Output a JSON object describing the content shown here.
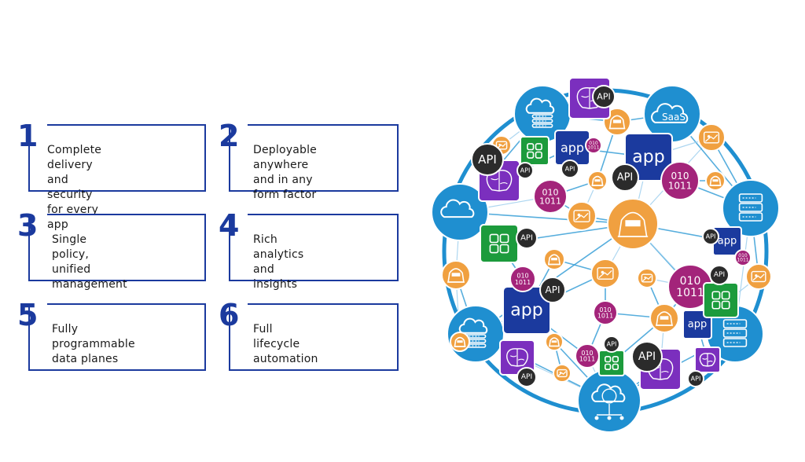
{
  "features": [
    {
      "number": "1",
      "line1": "Complete delivery and",
      "line2": "security for every app"
    },
    {
      "number": "2",
      "line1": "Deployable anywhere",
      "line2": "and in any form factor"
    },
    {
      "number": "3",
      "line1": "Single policy, unified",
      "line2": "management"
    },
    {
      "number": "4",
      "line1": "Rich analytics",
      "line2": "and insights"
    },
    {
      "number": "5",
      "line1": "Fully programmable",
      "line2": "data planes"
    },
    {
      "number": "6",
      "line1": "Full lifecycle",
      "line2": "automation"
    }
  ],
  "network": {
    "api_label": "API",
    "app_label": "app",
    "saas_label": "SaaS",
    "binary_line1": "010",
    "binary_line2": "1011",
    "colors": {
      "blue_ring": "#1f8fd0",
      "navy": "#1b3a9e",
      "purple": "#7b2fbe",
      "magenta": "#a3247a",
      "orange": "#f0a040",
      "green": "#1c9b3c",
      "dark": "#2b2b2b"
    }
  }
}
